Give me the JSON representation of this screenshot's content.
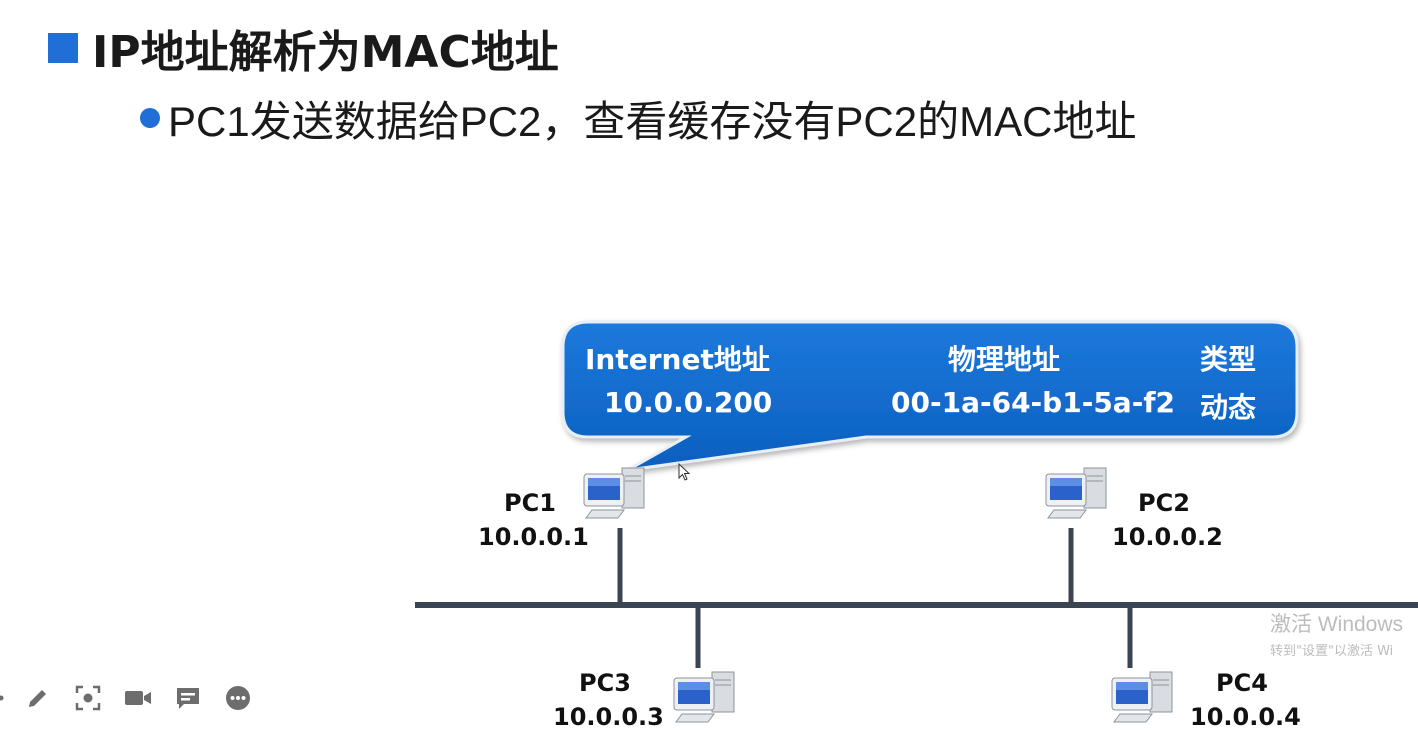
{
  "title": "IP地址解析为MAC地址",
  "bullet": "PC1发送数据给PC2，查看缓存没有PC2的MAC地址",
  "arp_cache": {
    "headers": {
      "ip": "Internet地址",
      "mac": "物理地址",
      "type": "类型"
    },
    "row": {
      "ip": "10.0.0.200",
      "mac": "00-1a-64-b1-5a-f2",
      "type": "动态"
    }
  },
  "hosts": [
    {
      "name": "PC1",
      "ip": "10.0.0.1"
    },
    {
      "name": "PC2",
      "ip": "10.0.0.2"
    },
    {
      "name": "PC3",
      "ip": "10.0.0.3"
    },
    {
      "name": "PC4",
      "ip": "10.0.0.4"
    }
  ],
  "watermark": {
    "line1": "激活 Windows",
    "line2": "转到\"设置\"以激活 Wi"
  },
  "toolbar": [
    "more-left-icon",
    "pen-icon",
    "screenshot-icon",
    "camera-icon",
    "comment-icon",
    "more-icon"
  ],
  "colors": {
    "accent": "#1f6fd6",
    "callout": "#0f68c9",
    "line": "#3b4452"
  }
}
